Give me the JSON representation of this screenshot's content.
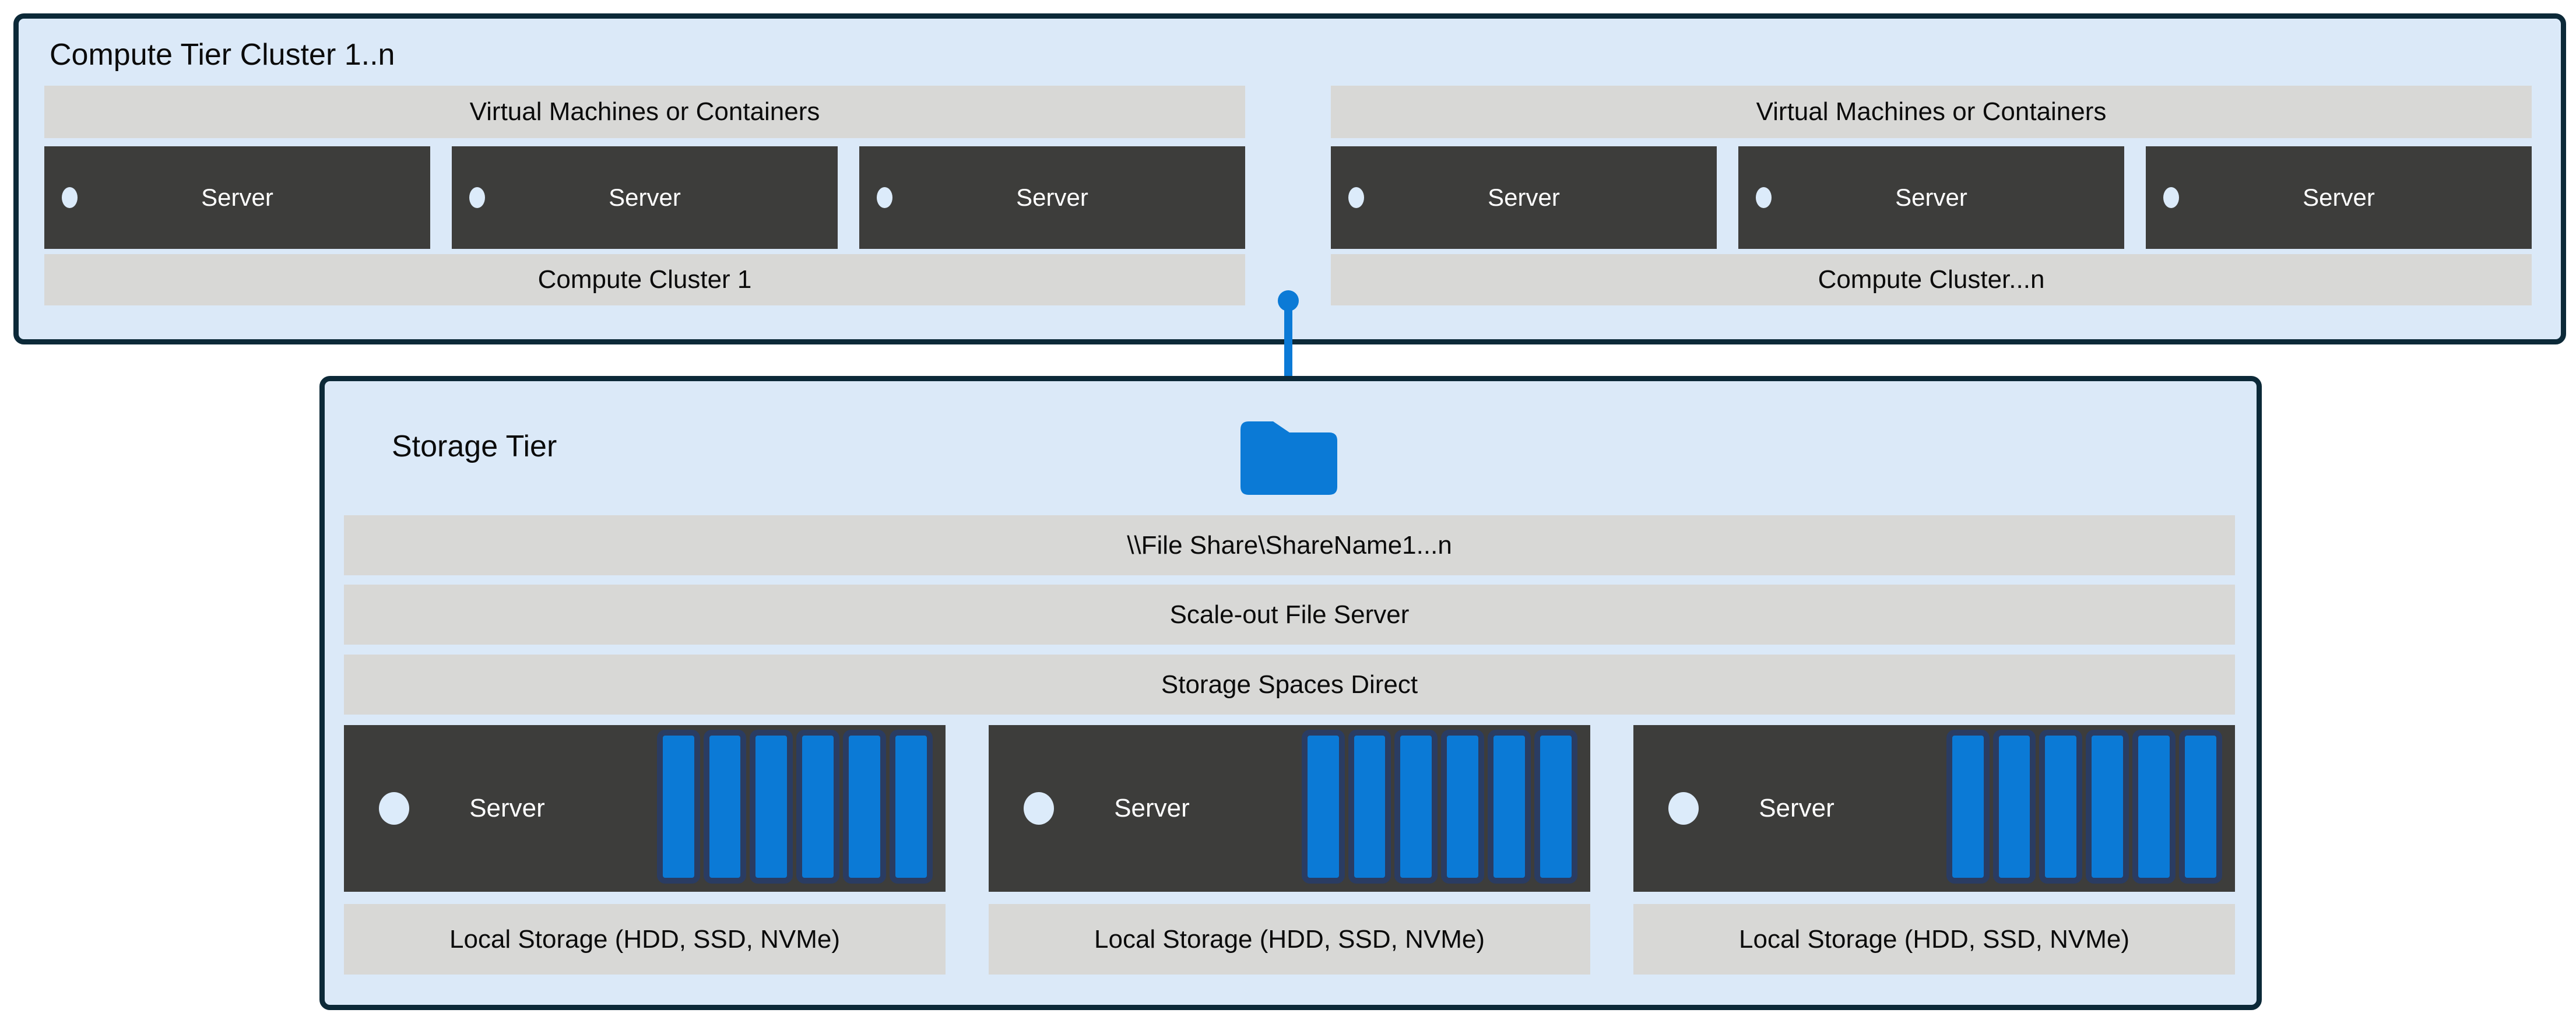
{
  "compute_tier": {
    "title": "Compute Tier Cluster 1..n",
    "clusters": [
      {
        "header": "Virtual Machines or Containers",
        "servers": [
          "Server",
          "Server",
          "Server"
        ],
        "footer": "Compute Cluster 1"
      },
      {
        "header": "Virtual Machines or Containers",
        "servers": [
          "Server",
          "Server",
          "Server"
        ],
        "footer": "Compute Cluster...n"
      }
    ]
  },
  "connector": {
    "icon": "folder-icon"
  },
  "storage_tier": {
    "title": "Storage Tier",
    "layers": [
      "\\\\File Share\\ShareName1...n",
      "Scale-out File Server",
      "Storage Spaces Direct"
    ],
    "nodes": [
      {
        "label": "Server",
        "disk_count": 6,
        "local_storage": "Local Storage (HDD, SSD, NVMe)"
      },
      {
        "label": "Server",
        "disk_count": 6,
        "local_storage": "Local Storage (HDD, SSD, NVMe)"
      },
      {
        "label": "Server",
        "disk_count": 6,
        "local_storage": "Local Storage (HDD, SSD, NVMe)"
      }
    ]
  },
  "colors": {
    "box_border": "#0c2938",
    "box_fill": "#dbe9f8",
    "bar_gray": "#d8d8d6",
    "server_dark": "#3d3d3b",
    "accent_blue": "#0b7ad6",
    "disk_border_navy": "#2a3c62",
    "page_background": "#ffffff"
  }
}
